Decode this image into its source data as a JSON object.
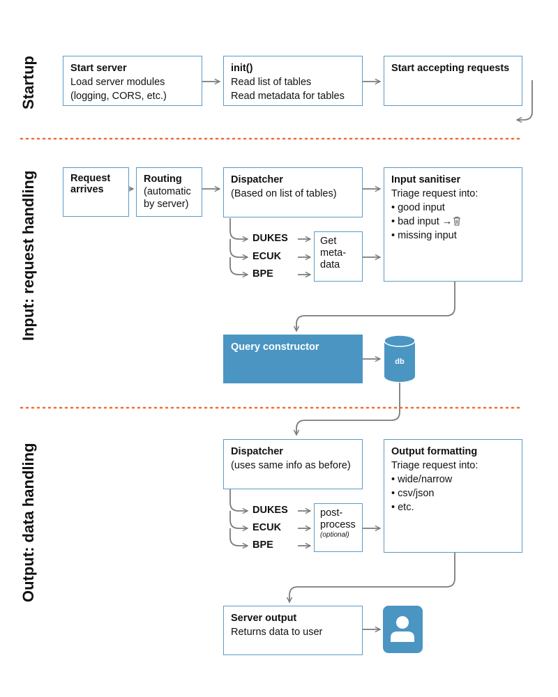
{
  "sections": {
    "startup": "Startup",
    "input": "Input: request handling",
    "output": "Output: data handling"
  },
  "startup": {
    "start_server": {
      "title": "Start server",
      "lines": [
        "Load server modules",
        "(logging, CORS, etc.)"
      ]
    },
    "init": {
      "title": "init()",
      "lines": [
        "Read list of tables",
        "Read metadata for tables"
      ]
    },
    "accept": {
      "title": "Start accepting requests"
    }
  },
  "input": {
    "request": {
      "title": "Request arrives"
    },
    "routing": {
      "title": "Routing",
      "lines": [
        "(automatic",
        "by server)"
      ]
    },
    "dispatcher": {
      "title": "Dispatcher",
      "lines": [
        "(Based on list of tables)"
      ]
    },
    "tables": [
      "DUKES",
      "ECUK",
      "BPE"
    ],
    "metadata": {
      "lines": [
        "Get",
        "meta-",
        "data"
      ]
    },
    "sanitiser": {
      "title": "Input sanitiser",
      "lines": [
        "Triage request into:"
      ],
      "bullets": [
        "good input",
        "bad input →",
        "missing input"
      ]
    },
    "query": {
      "title": "Query constructor"
    },
    "db": "db"
  },
  "output": {
    "dispatcher": {
      "title": "Dispatcher",
      "lines": [
        "(uses same info as before)"
      ]
    },
    "tables": [
      "DUKES",
      "ECUK",
      "BPE"
    ],
    "postprocess": {
      "lines": [
        "post-",
        "process"
      ],
      "note": "(optional)"
    },
    "formatting": {
      "title": "Output formatting",
      "lines": [
        "Triage request into:"
      ],
      "bullets": [
        "wide/narrow",
        "csv/json",
        "etc."
      ]
    },
    "server_output": {
      "title": "Server output",
      "lines": [
        "Returns data to user"
      ]
    }
  },
  "colors": {
    "accent": "#4b95c3",
    "border": "#5b9ac4",
    "arrow": "#7a7a7a",
    "divider": "#f26a2e"
  },
  "icons": [
    "trash-icon",
    "database-icon",
    "user-icon"
  ]
}
